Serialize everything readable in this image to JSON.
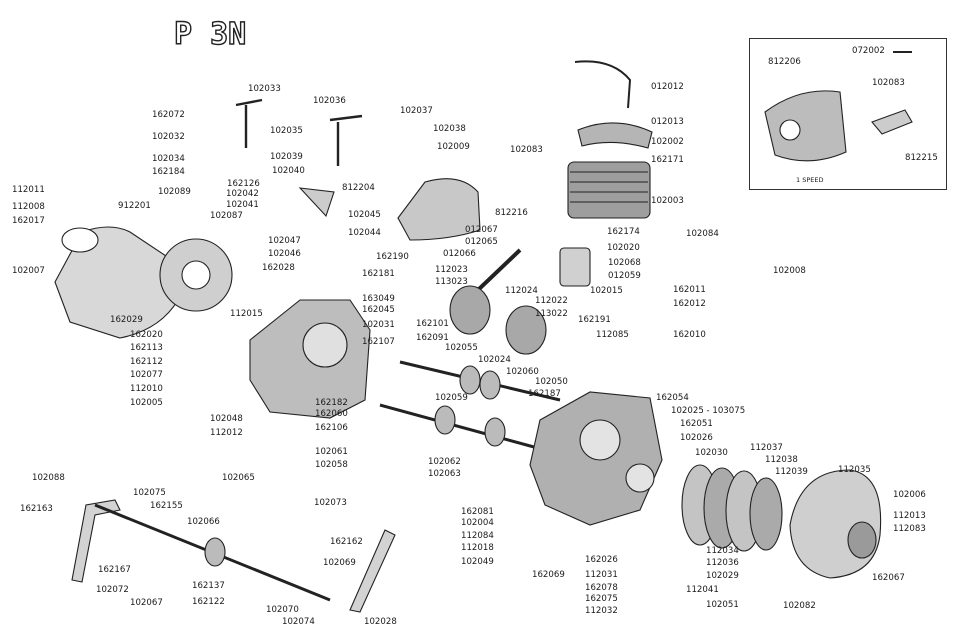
{
  "title": "P 3N",
  "inset": {
    "parts": [
      "072002",
      "812206",
      "102083",
      "812215"
    ],
    "caption": "1 SPEED"
  },
  "part_labels": [
    "102033",
    "162072",
    "102036",
    "102037",
    "102032",
    "102035",
    "102038",
    "102034",
    "102039",
    "162184",
    "102009",
    "102083",
    "012012",
    "012013",
    "102002",
    "162171",
    "102003",
    "162126",
    "102040",
    "102042",
    "102041",
    "812204",
    "812216",
    "102045",
    "102044",
    "102087",
    "102047",
    "102046",
    "162028",
    "112011",
    "102089",
    "112008",
    "912201",
    "162017",
    "102007",
    "162190",
    "162181",
    "112023",
    "113023",
    "163049",
    "162045",
    "162011",
    "162012",
    "162010",
    "102008",
    "102084",
    "162174",
    "102020",
    "012067",
    "012066",
    "012065",
    "102068",
    "012059",
    "102015",
    "112024",
    "112022",
    "113022",
    "162191",
    "112085",
    "112015",
    "162029",
    "162020",
    "162113",
    "162112",
    "102077",
    "112010",
    "102005",
    "102048",
    "112012",
    "102031",
    "162107",
    "162101",
    "162091",
    "102055",
    "162182",
    "162060",
    "162106",
    "102061",
    "102058",
    "102024",
    "102060",
    "102050",
    "162187",
    "162054",
    "102025 - 103075",
    "162051",
    "102026",
    "102030",
    "112037",
    "112038",
    "112039",
    "112035",
    "102006",
    "112013",
    "112083",
    "102062",
    "102063",
    "162081",
    "102004",
    "112084",
    "112018",
    "102049",
    "162069",
    "162026",
    "162078",
    "162075",
    "112032",
    "112031",
    "112041",
    "102029",
    "112034",
    "112036",
    "102051",
    "102082",
    "162067",
    "102088",
    "102075",
    "162163",
    "162155",
    "102065",
    "102066",
    "102073",
    "102067",
    "162167",
    "102072",
    "162122",
    "162137",
    "102070",
    "102074",
    "102069",
    "162162",
    "102059",
    "102028"
  ]
}
